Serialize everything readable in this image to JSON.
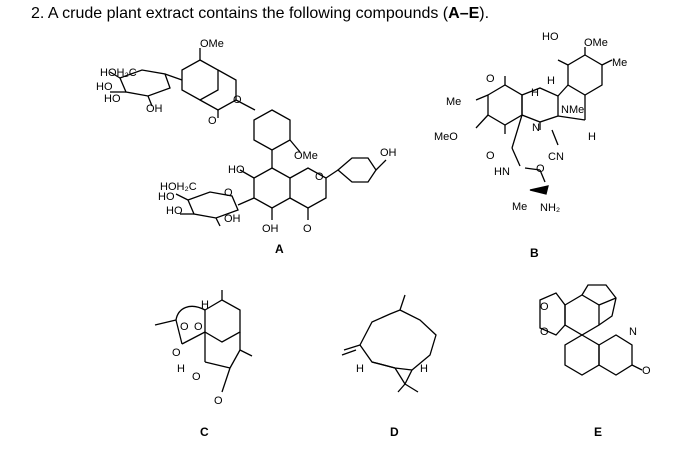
{
  "question": {
    "number": "2.",
    "text_before": "A crude plant extract contains the following compounds (",
    "range_bold": "A–E",
    "text_after": ")."
  },
  "compounds": [
    {
      "label": "A",
      "atom_labels": [
        "OMe",
        "HOH₂C",
        "HO",
        "HO",
        "OH",
        "O",
        "O",
        "OMe",
        "OH",
        "HO",
        "HOH₂C",
        "HO",
        "HO",
        "OH",
        "OH",
        "O",
        "O",
        "O"
      ]
    },
    {
      "label": "B",
      "atom_labels": [
        "HO",
        "OMe",
        "Me",
        "O",
        "Me",
        "H",
        "H",
        "NMe",
        "MeO",
        "N",
        "H",
        "O",
        "CN",
        "HN",
        "O",
        "Me",
        "NH₂"
      ]
    },
    {
      "label": "C",
      "atom_labels": [
        "H",
        "O",
        "O",
        "O",
        "H",
        "O",
        "O"
      ]
    },
    {
      "label": "D",
      "atom_labels": [
        "H",
        "H"
      ]
    },
    {
      "label": "E",
      "atom_labels": [
        "O",
        "O",
        "N",
        "O"
      ]
    }
  ]
}
